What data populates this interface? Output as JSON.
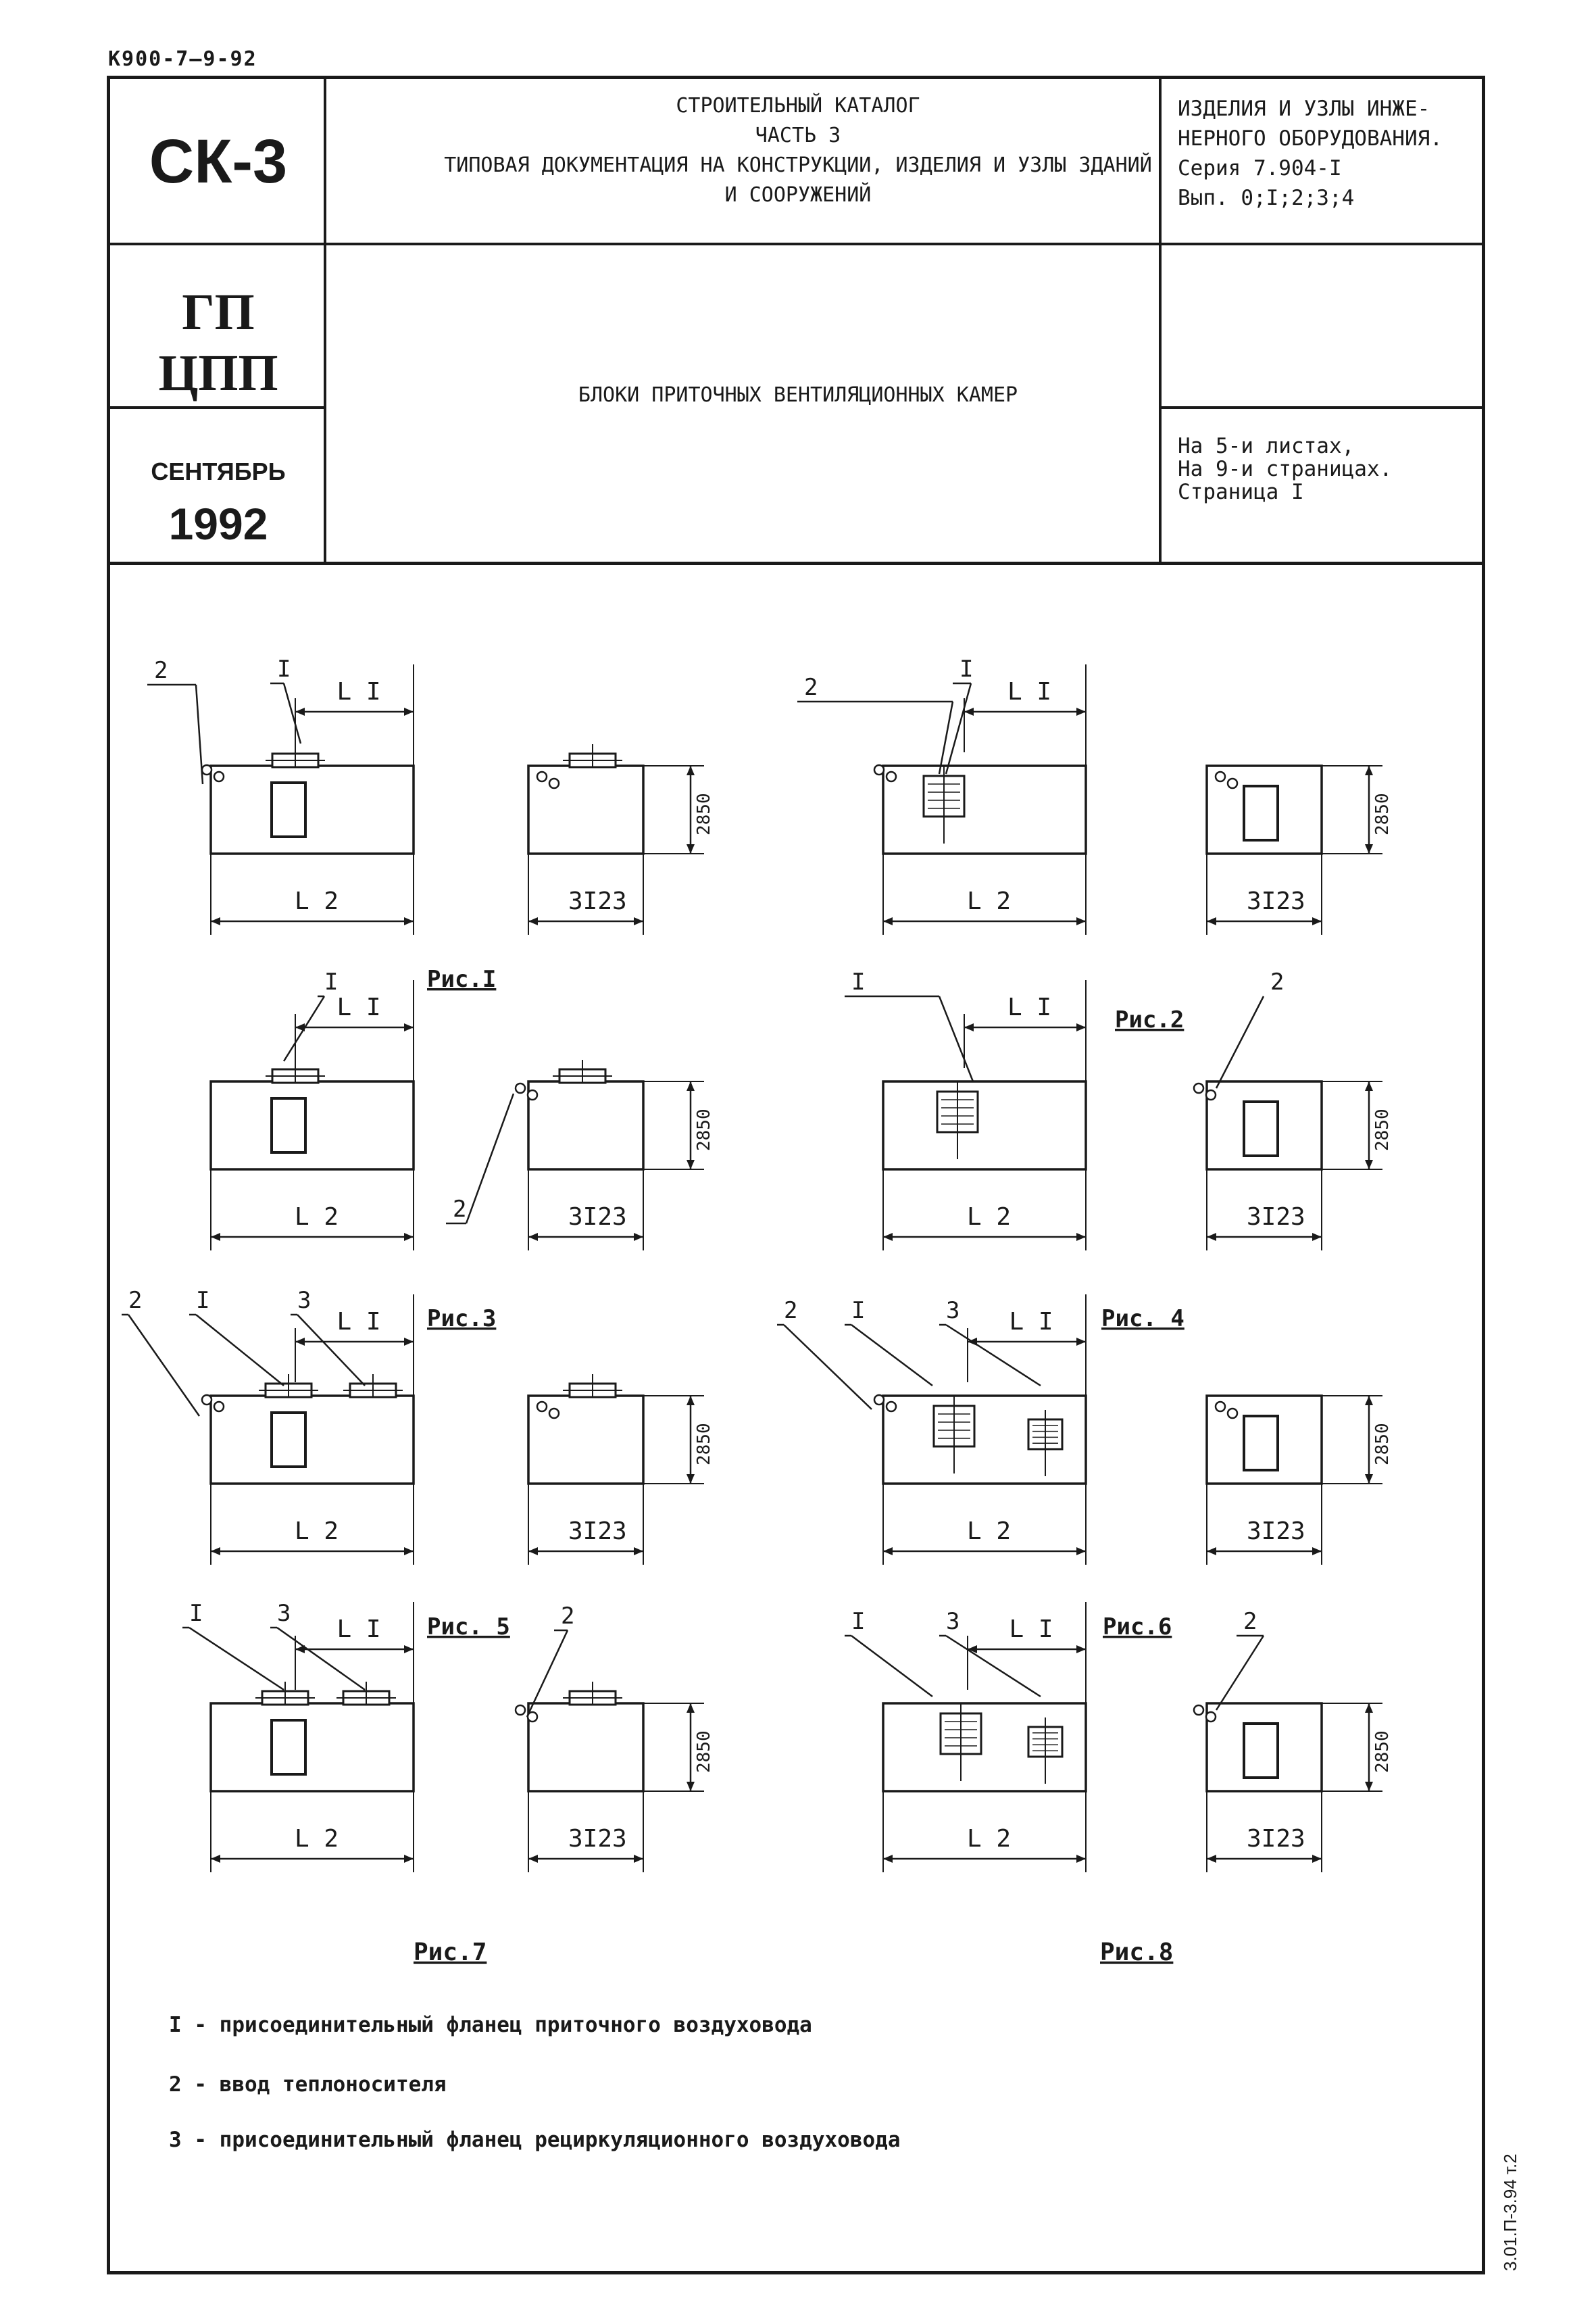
{
  "doc_code": "К900-7—9-92",
  "side_code": "3.01.П-3.94 т.2",
  "header": {
    "catalog_code": "СК-3",
    "org_line1": "ГП",
    "org_line2": "ЦПП",
    "month": "СЕНТЯБРЬ",
    "year": "1992",
    "catalog_lines": [
      "СТРОИТЕЛЬНЫЙ КАТАЛОГ",
      "ЧАСТЬ 3",
      "ТИПОВАЯ ДОКУМЕНТАЦИЯ НА КОНСТРУКЦИИ, ИЗДЕЛИЯ И УЗЛЫ ЗДАНИЙ",
      "И СООРУЖЕНИЙ"
    ],
    "series_lines": [
      "ИЗДЕЛИЯ И УЗЛЫ ИНЖЕ-",
      "НЕРНОГО ОБОРУДОВАНИЯ.",
      "Серия 7.904-I",
      "Вып. 0;I;2;3;4"
    ],
    "title": "БЛОКИ ПРИТОЧНЫХ ВЕНТИЛЯЦИОННЫХ КАМЕР",
    "sheet_lines": [
      "На 5-и листах,",
      "На 9-и страницах.",
      "Страница I"
    ]
  },
  "drawing": {
    "dim_height": "2850",
    "dim_width": "3I23",
    "dim_l1": "L I",
    "dim_l2": "L 2",
    "callouts": {
      "flange_supply": "I",
      "heat_input": "2",
      "flange_recirc": "3"
    },
    "figures": [
      "Рис.I",
      "Рис.2",
      "Рис.3",
      "Рис. 4",
      "Рис. 5",
      "Рис.6",
      "Рис.7",
      "Рис.8"
    ]
  },
  "legend": [
    "I - присоединительный фланец приточного воздуховода",
    "2 - ввод теплоносителя",
    "3 - присоединительный фланец рециркуляционного воздуховода"
  ]
}
